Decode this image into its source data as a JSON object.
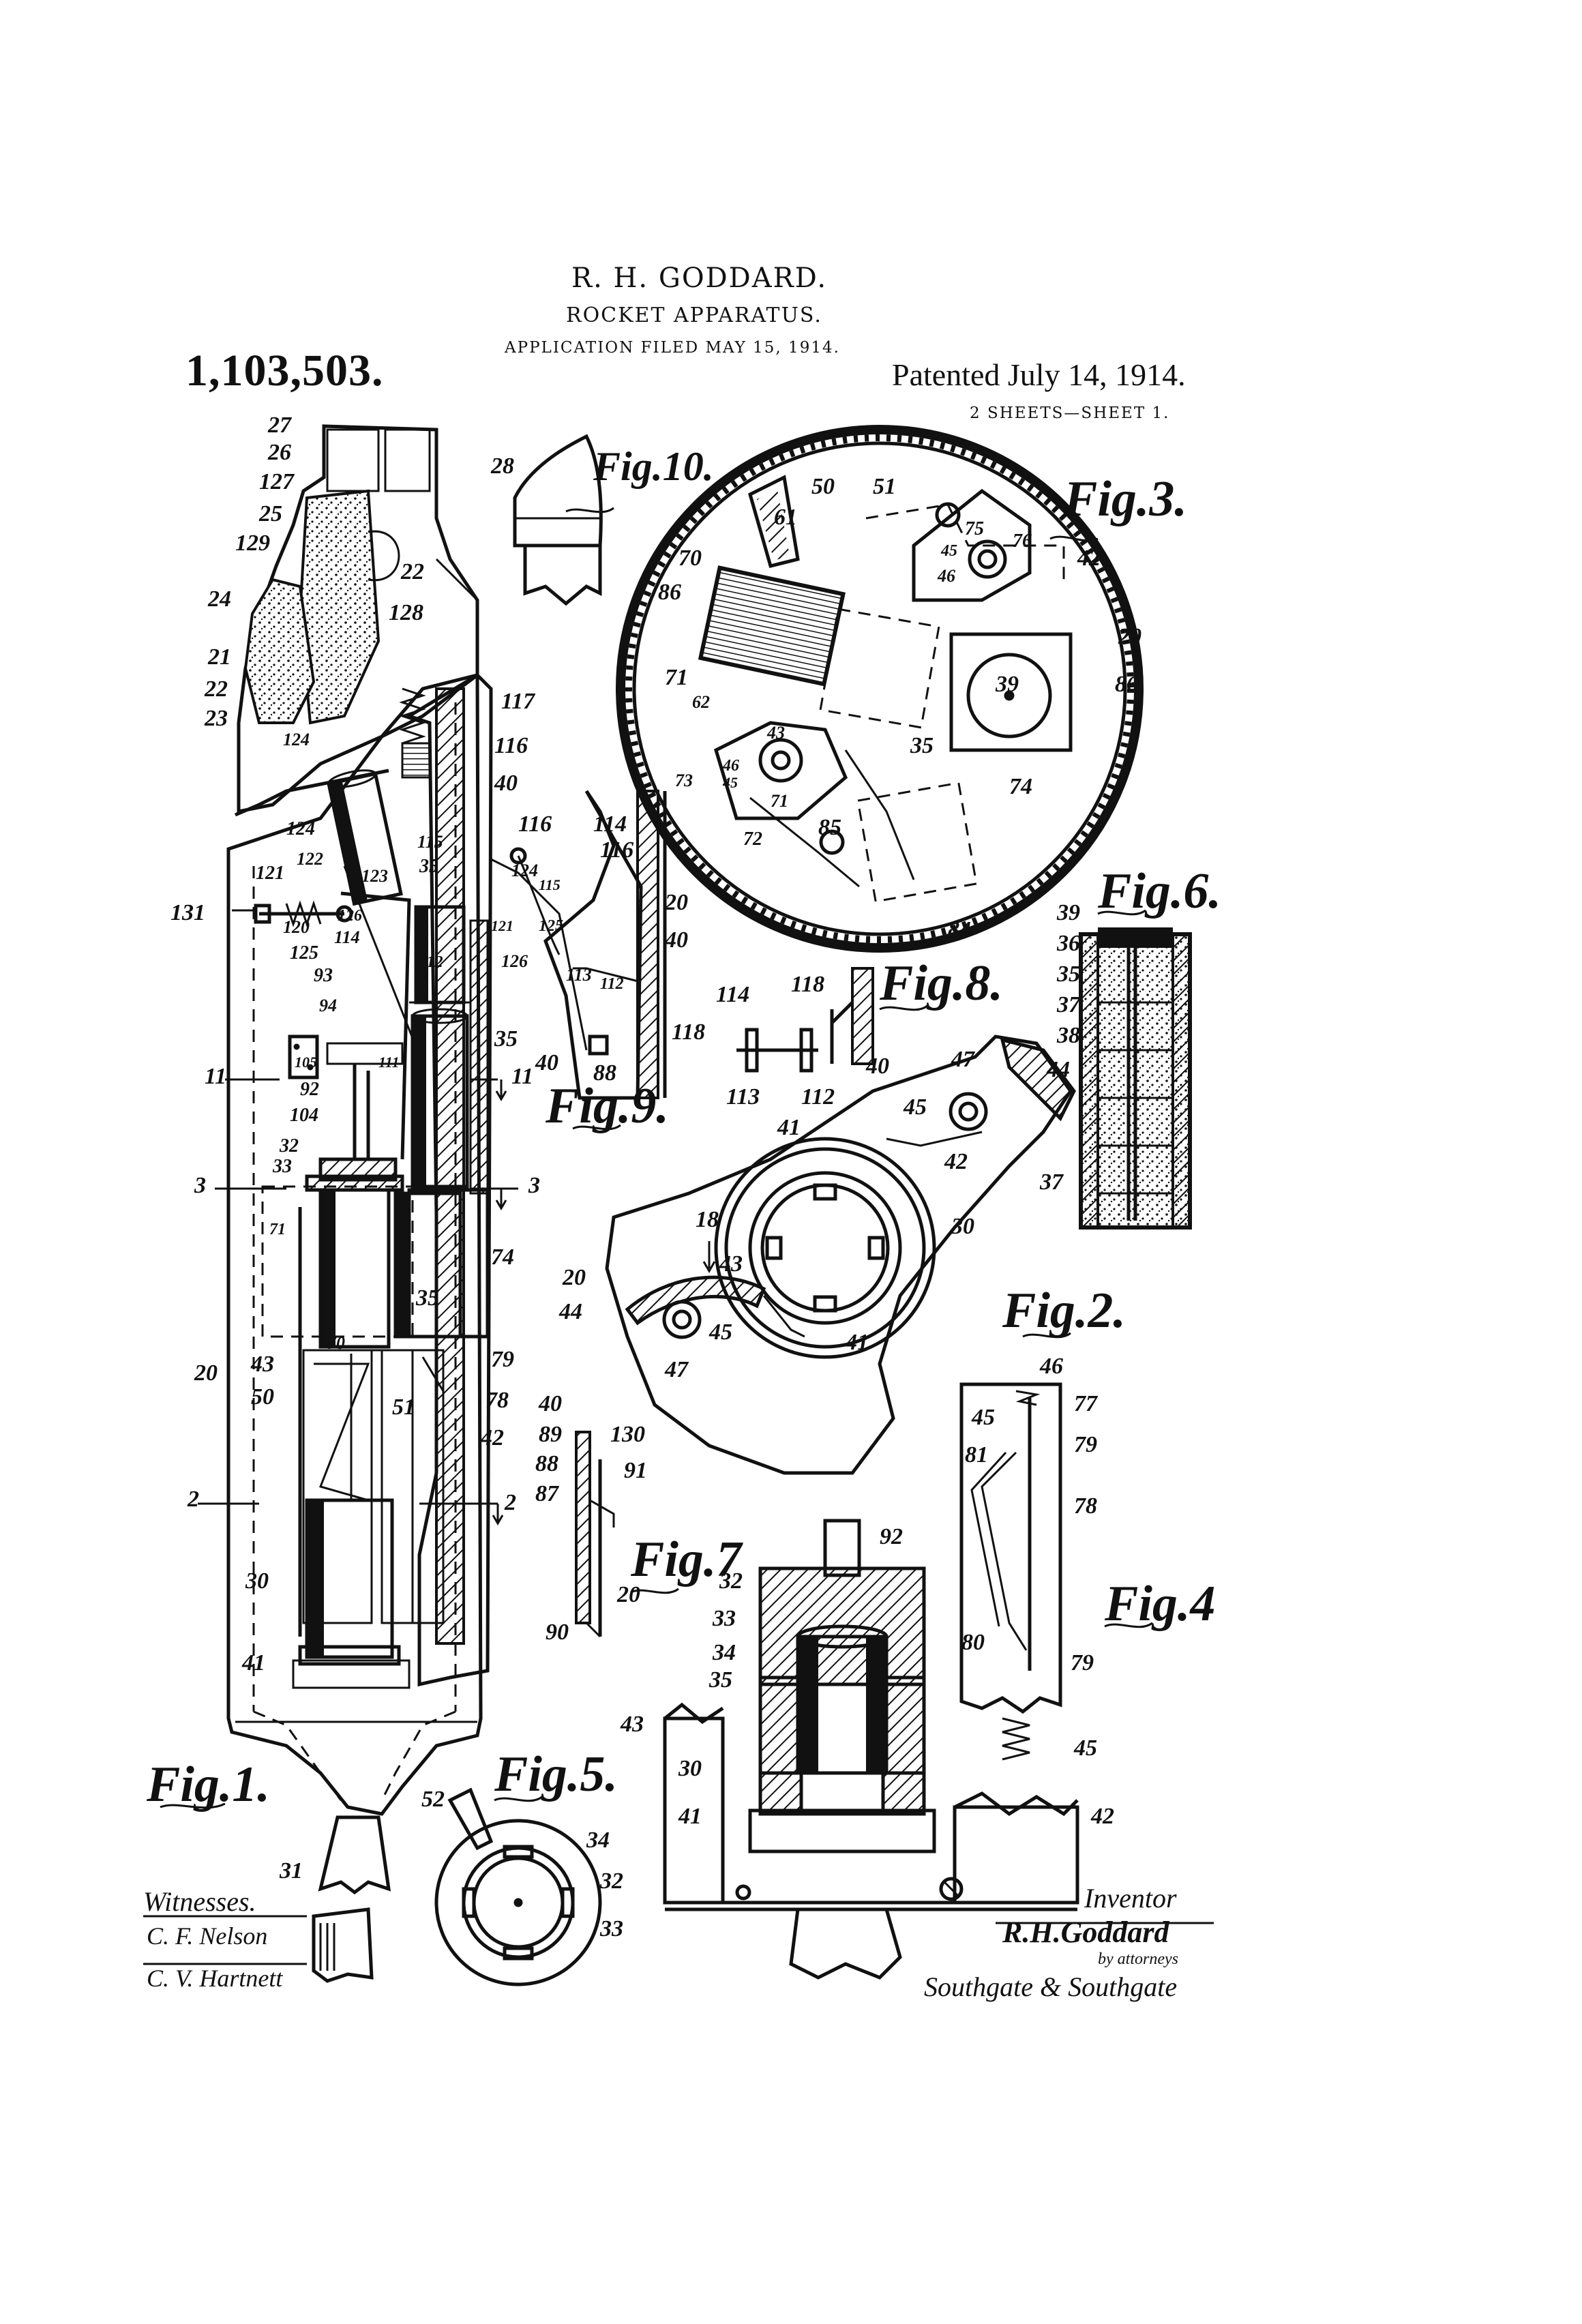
{
  "header": {
    "inventor": "R. H. GODDARD.",
    "title": "ROCKET APPARATUS.",
    "application": "APPLICATION FILED MAY 15, 1914.",
    "patent_number": "1,103,503.",
    "patented": "Patented July 14, 1914.",
    "sheets": "2 SHEETS—SHEET 1."
  },
  "figures": {
    "fig1": "Fig.1.",
    "fig2": "Fig.2.",
    "fig3": "Fig.3.",
    "fig4": "Fig.4",
    "fig5": "Fig.5.",
    "fig6": "Fig.6.",
    "fig7": "Fig.7",
    "fig8": "Fig.8.",
    "fig9": "Fig.9.",
    "fig10": "Fig.10."
  },
  "signatures": {
    "witnesses_label": "Witnesses.",
    "witness1": "C. F. Nelson",
    "witness2": "C. V. Hartnett",
    "inventor_label": "Inventor",
    "inventor_sig": "R.H.Goddard",
    "attorneys_label": "by attorneys",
    "attorneys": "Southgate & Southgate"
  },
  "refs": {
    "r27": "27",
    "r26": "26",
    "r127": "127",
    "r25": "25",
    "r129": "129",
    "r24": "24",
    "r21": "21",
    "r22a": "22",
    "r22b": "22",
    "r23": "23",
    "r128": "128",
    "r124a": "124",
    "r117": "117",
    "r116": "116",
    "r40a": "40",
    "r115": "115",
    "r35a": "35",
    "r124b": "124",
    "r121": "121",
    "r122": "122",
    "r123": "123",
    "r120": "120",
    "r126": "126",
    "r114": "114",
    "r131": "131",
    "r125": "125",
    "r112": "112",
    "r93": "93",
    "r94": "94",
    "r105": "105",
    "r111": "111",
    "r35b": "35",
    "r11a": "11",
    "r11b": "11",
    "r92": "92",
    "r104": "104",
    "r32": "32",
    "r33": "33",
    "r3a": "3",
    "r3b": "3",
    "r71": "71",
    "r74": "74",
    "r35c": "35",
    "r70": "70",
    "r79": "79",
    "r20": "20",
    "r43": "43",
    "r78": "78",
    "r50": "50",
    "r51": "51",
    "r42": "42",
    "r2a": "2",
    "r2b": "2",
    "r30": "30",
    "r41": "41",
    "r31": "31",
    "r28": "28",
    "f3_50": "50",
    "f3_51": "51",
    "f3_61": "61",
    "f3_75": "75",
    "f3_76": "76",
    "f3_45": "45",
    "f3_46": "46",
    "f3_42": "42",
    "f3_70": "70",
    "f3_86a": "86",
    "f3_20": "20",
    "f3_86b": "86",
    "f3_39": "39",
    "f3_71a": "71",
    "f3_62": "62",
    "f3_43": "43",
    "f3_35": "35",
    "f3_46b": "46",
    "f3_45b": "45",
    "f3_73": "73",
    "f3_71b": "71",
    "f3_72": "72",
    "f3_85": "85",
    "f3_74": "74",
    "f3_84": "84",
    "f9_116a": "116",
    "f9_114": "114",
    "f9_116b": "116",
    "f9_124": "124",
    "f9_115": "115",
    "f9_121": "121",
    "f9_125": "125",
    "f9_126": "126",
    "f9_20": "20",
    "f9_40": "40",
    "f9_113": "113",
    "f9_112": "112",
    "f9_118": "118",
    "f9_40b": "40",
    "f9_88": "88",
    "f8_114": "114",
    "f8_118": "118",
    "f8_113": "113",
    "f8_112": "112",
    "f8_40": "40",
    "f6_39": "39",
    "f6_36": "36",
    "f6_35": "35",
    "f6_37a": "37",
    "f6_38": "38",
    "f6_44": "44",
    "f6_37b": "37",
    "f2_47a": "47",
    "f2_45a": "45",
    "f2_42": "42",
    "f2_41a": "41",
    "f2_18": "18",
    "f2_30": "30",
    "f2_43": "43",
    "f2_20": "20",
    "f2_44": "44",
    "f2_45b": "45",
    "f2_41b": "41",
    "f2_47b": "47",
    "f7_40": "40",
    "f7_89": "89",
    "f7_130": "130",
    "f7_88": "88",
    "f7_91": "91",
    "f7_87": "87",
    "f7_20": "20",
    "f7_90": "90",
    "f4_46": "46",
    "f4_77": "77",
    "f4_45a": "45",
    "f4_79a": "79",
    "f4_81": "81",
    "f4_78": "78",
    "f4_80": "80",
    "f4_79b": "79",
    "f4_45b": "45",
    "fb_92": "92",
    "fb_32": "32",
    "fb_33": "33",
    "fb_34": "34",
    "fb_35": "35",
    "fb_43": "43",
    "fb_30": "30",
    "fb_41": "41",
    "fb_42": "42",
    "f5_52": "52",
    "f5_34": "34",
    "f5_32": "32",
    "f5_33": "33"
  }
}
